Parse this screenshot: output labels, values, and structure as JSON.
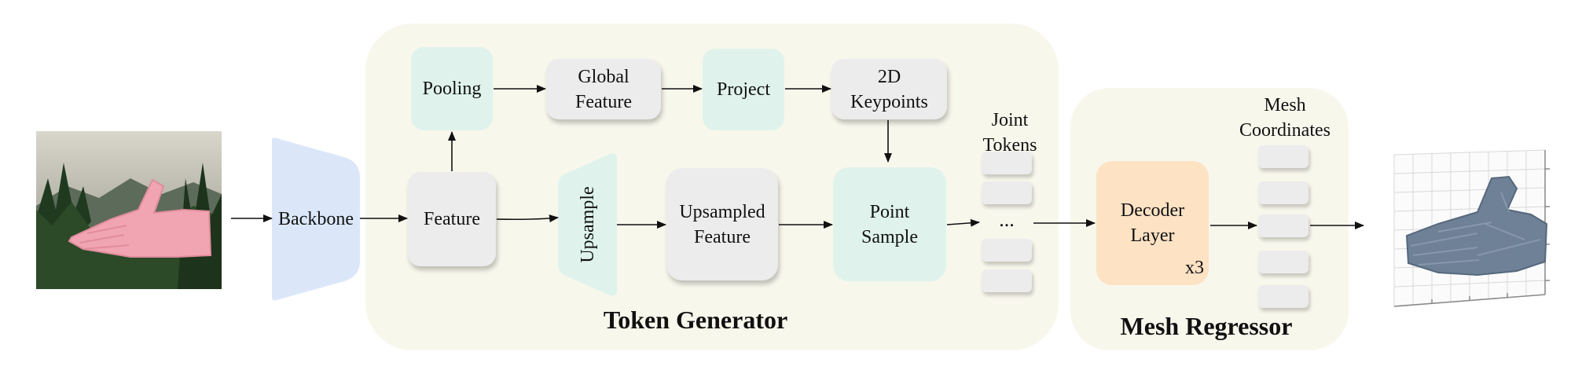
{
  "nodes": {
    "backbone": "Backbone",
    "pooling": "Pooling",
    "global_feature": "Global\nFeature",
    "project": "Project",
    "keypoints_2d": "2D\nKeypoints",
    "feature": "Feature",
    "upsample": "Upsample",
    "upsampled_feature": "Upsampled\nFeature",
    "point_sample": "Point\nSample",
    "decoder_layer": "Decoder\nLayer",
    "decoder_repeat": "x3"
  },
  "labels": {
    "joint_tokens": "Joint\nTokens",
    "mesh_coordinates": "Mesh\nCoordinates",
    "ellipsis": "..."
  },
  "groups": {
    "token_generator": "Token Generator",
    "mesh_regressor": "Mesh Regressor"
  },
  "colors": {
    "panel": "#f8f7ec",
    "grey_box": "#ececec",
    "mint_box": "#dff3ec",
    "peach_box": "#fde2c4",
    "backbone": "#dbe7f9"
  }
}
